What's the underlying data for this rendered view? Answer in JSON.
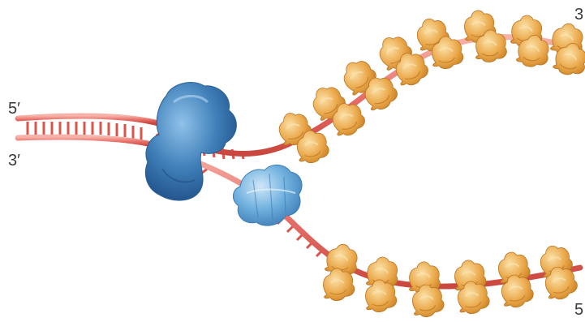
{
  "diagram": {
    "labels": {
      "parental_5_prime": "5′",
      "parental_3_prime": "3′",
      "upper_strand_end": "3",
      "lower_strand_end": "5"
    },
    "colors": {
      "dna_strand": "#e8706a",
      "dna_strand_dark": "#c9473f",
      "dna_strand_light": "#f6b2a8",
      "base_rungs": "#d9544a",
      "helicase": "#3f7fb8",
      "helicase_light": "#7fb4e0",
      "primase_clamp": "#5fa3d6",
      "binding_protein": "#e9a23b",
      "binding_protein_light": "#f7cf7e"
    },
    "icons": {
      "helicase": "helicase-protein-icon",
      "second_protein": "clamp-protein-icon",
      "ssb": "binding-protein-icon"
    }
  }
}
